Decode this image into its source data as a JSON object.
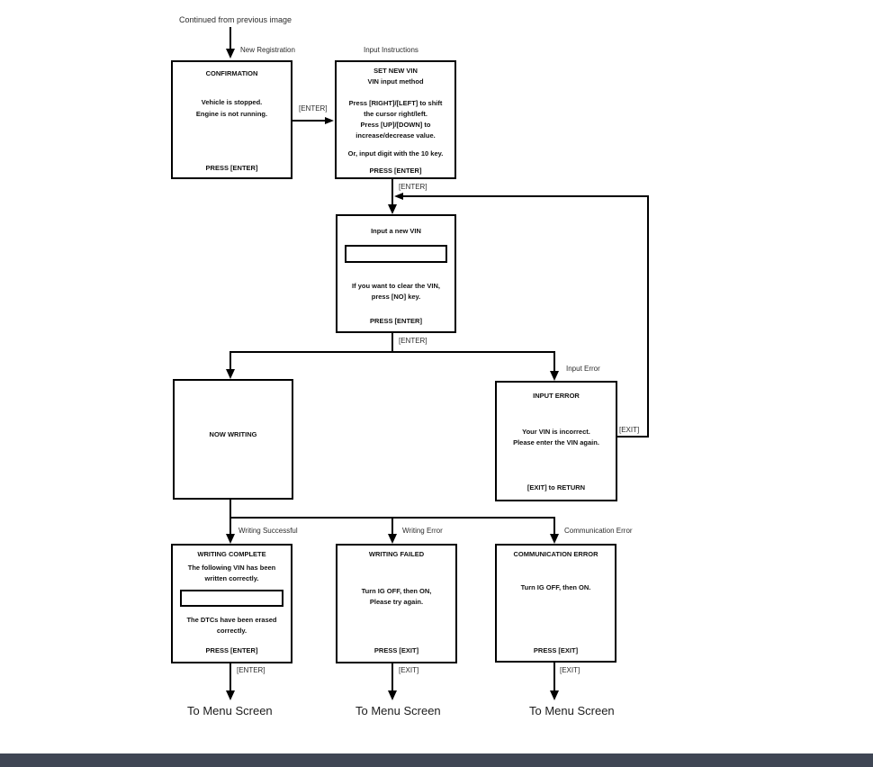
{
  "diagram": {
    "continued_label": "Continued from previous  image",
    "labels": {
      "new_registration": "New Registration",
      "input_instructions": "Input Instructions",
      "enter": "[ENTER]",
      "exit": "[EXIT]",
      "input_error": "Input Error",
      "writing_successful": "Writing Successful",
      "writing_error": "Writing Error",
      "communication_error": "Communication Error",
      "to_menu": "To Menu Screen"
    },
    "boxes": {
      "confirmation": {
        "title": "CONFIRMATION",
        "line1": "Vehicle is stopped.",
        "line2": "Engine is not running.",
        "footer": "PRESS [ENTER]"
      },
      "set_new_vin": {
        "title1": "SET NEW VIN",
        "title2": "VIN input method",
        "line1": "Press [RIGHT]/[LEFT] to shift",
        "line2": "the cursor right/left.",
        "line3": "Press [UP]/[DOWN] to",
        "line4": "increase/decrease value.",
        "line5": "Or, input digit with the 10 key.",
        "footer": "PRESS [ENTER]"
      },
      "input_vin": {
        "title": "Input a new VIN",
        "vin_field_value": "",
        "line1": "If you want to clear the VIN,",
        "line2": "press [NO] key.",
        "footer": "PRESS [ENTER]"
      },
      "now_writing": {
        "title": "NOW WRITING"
      },
      "input_error": {
        "title": "INPUT ERROR",
        "line1": "Your VIN is incorrect.",
        "line2": "Please enter the VIN again.",
        "footer": "[EXIT] to RETURN"
      },
      "writing_complete": {
        "title": "WRITING COMPLETE",
        "line1": "The following VIN has been",
        "line2": "written correctly.",
        "vin_field_value": "",
        "line3": "The DTCs have been erased",
        "line4": "correctly.",
        "footer": "PRESS [ENTER]"
      },
      "writing_failed": {
        "title": "WRITING FAILED",
        "line1": "Turn IG OFF, then ON,",
        "line2": "Please try again.",
        "footer": "PRESS [EXIT]"
      },
      "communication_error": {
        "title": "COMMUNICATION ERROR",
        "line1": "Turn IG OFF, then ON.",
        "footer": "PRESS [EXIT]"
      }
    },
    "colors": {
      "line": "#000000",
      "bg": "#ffffff",
      "bottom_bar": "#3f4654"
    }
  }
}
